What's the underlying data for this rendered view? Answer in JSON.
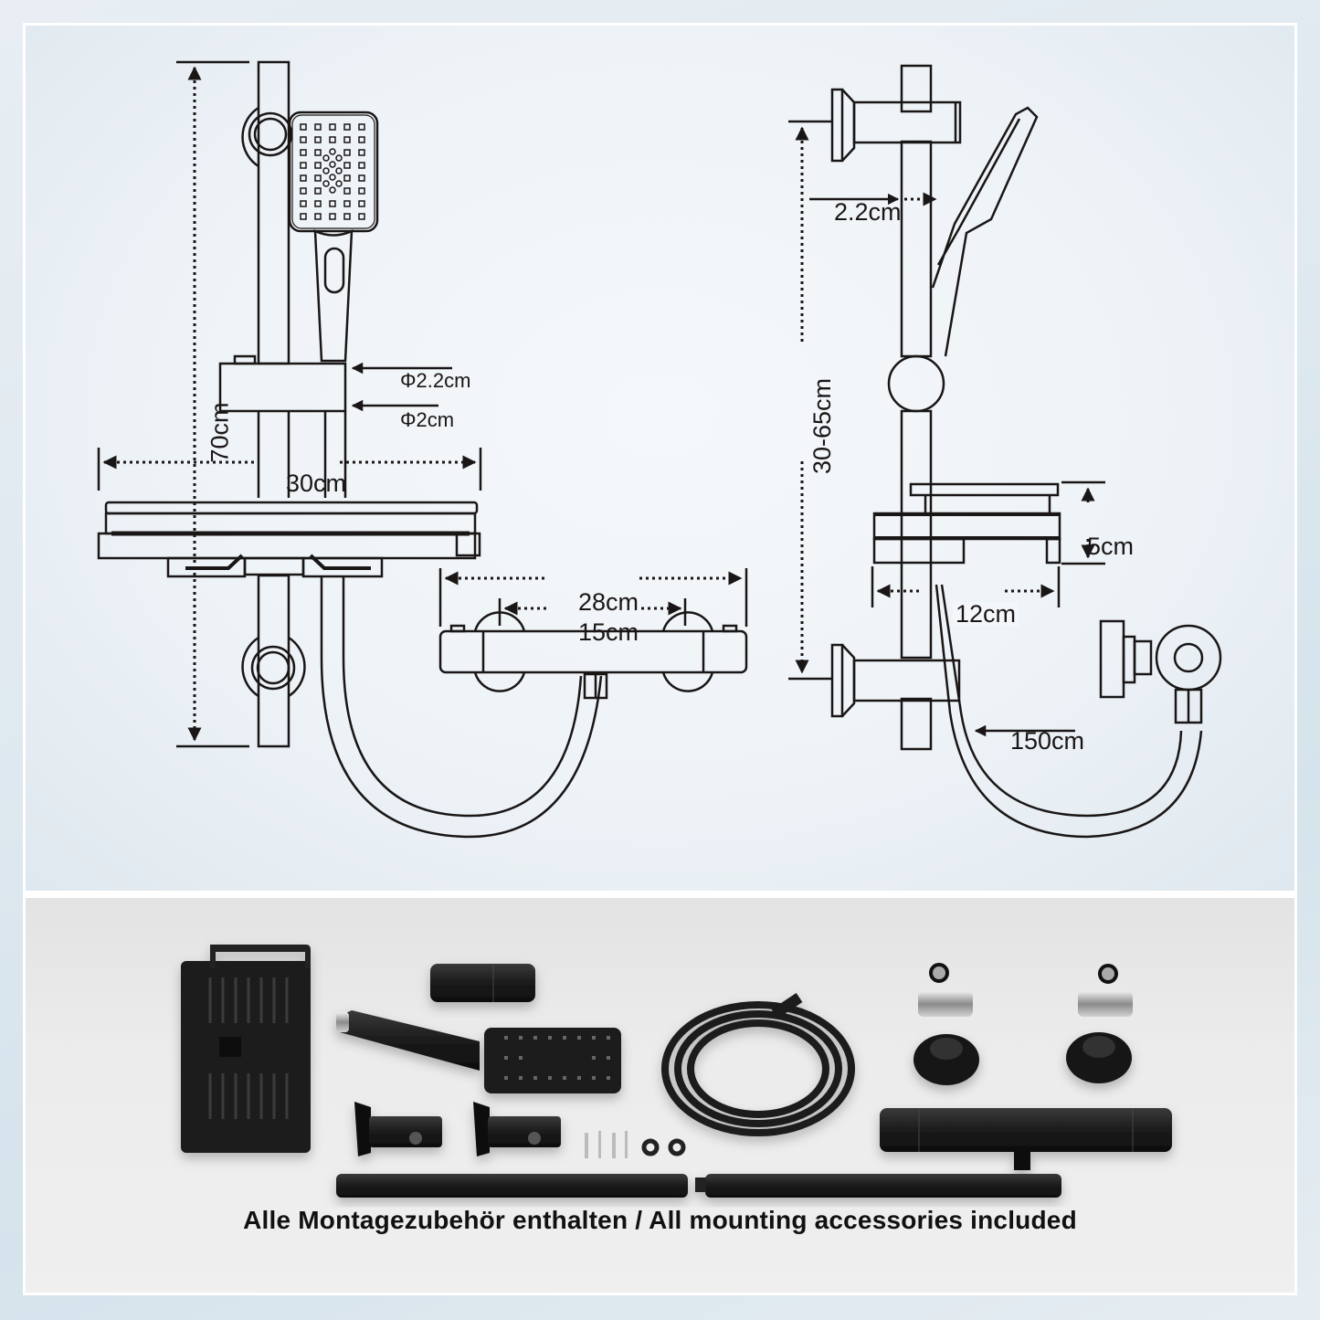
{
  "front_view": {
    "height_label": "70cm",
    "width_label": "30cm",
    "hose_holder_diameter_label": "Φ2.2cm",
    "rail_diameter_label": "Φ2cm",
    "thermostat_width_label": "28cm",
    "thermostat_center_distance_label": "15cm"
  },
  "side_view": {
    "adjustable_height_label": "30-65cm",
    "rail_width_label": "2.2cm",
    "shelf_height_label": "5cm",
    "shelf_depth_label": "12cm",
    "hose_length_label": "150cm"
  },
  "parts_photo": {
    "items": [
      {
        "name": "soap-shelf"
      },
      {
        "name": "slider-holder"
      },
      {
        "name": "hand-shower"
      },
      {
        "name": "wall-bracket-left"
      },
      {
        "name": "wall-bracket-right"
      },
      {
        "name": "screws"
      },
      {
        "name": "washers"
      },
      {
        "name": "shower-hose"
      },
      {
        "name": "filter-washers"
      },
      {
        "name": "s-connectors"
      },
      {
        "name": "escutcheons"
      },
      {
        "name": "thermostatic-mixer"
      },
      {
        "name": "rail-segment-left"
      },
      {
        "name": "rail-segment-right"
      }
    ],
    "caption": "Alle Montagezubehör enthalten / All mounting accessories included"
  },
  "colors": {
    "line": "#1a1616",
    "product": "#1b1b1b",
    "top_bg": "#eef3f7",
    "bottom_bg": "#ececec"
  }
}
